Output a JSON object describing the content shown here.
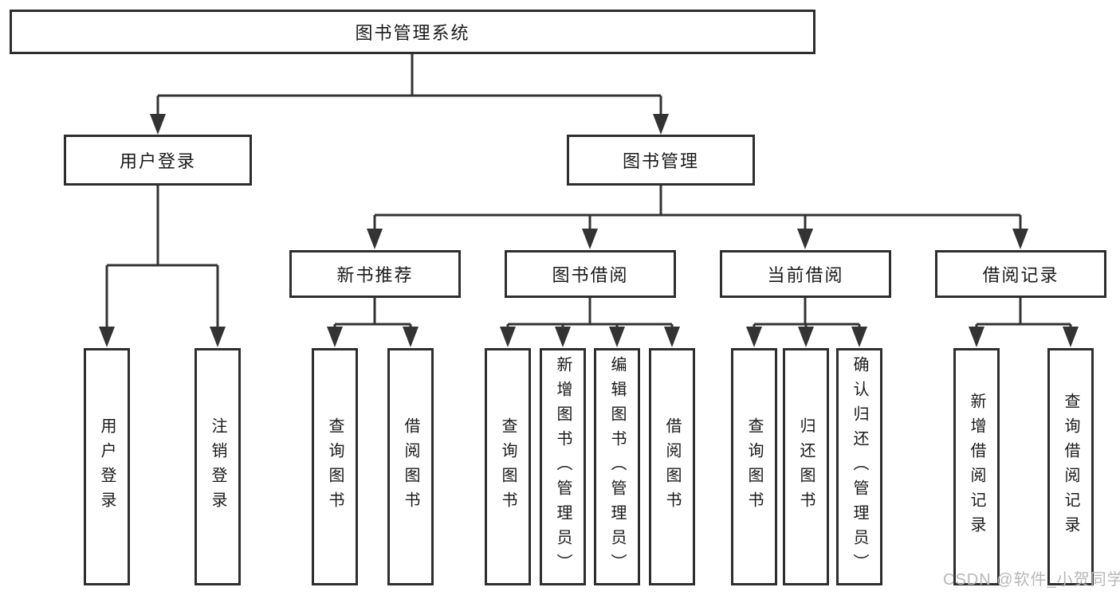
{
  "diagram": {
    "root": {
      "label": "图书管理系统"
    },
    "level2": [
      {
        "label": "用户登录"
      },
      {
        "label": "图书管理"
      }
    ],
    "level3": [
      {
        "label": "新书推荐"
      },
      {
        "label": "图书借阅"
      },
      {
        "label": "当前借阅"
      },
      {
        "label": "借阅记录"
      }
    ],
    "leaves": {
      "user_login": [
        "用户登录",
        "注销登录"
      ],
      "new_book_recommend": [
        "查询图书",
        "借阅图书"
      ],
      "book_borrow": [
        "查询图书",
        "新增图书（管理员）",
        "编辑图书（管理员）",
        "借阅图书"
      ],
      "current_borrow": [
        "查询图书",
        "归还图书",
        "确认归还（管理员）"
      ],
      "borrow_records": [
        "新增借阅记录",
        "查询借阅记录"
      ]
    },
    "watermark": "CSDN @软件_小贺同学",
    "colors": {
      "line": "#333333",
      "box_border": "#2e2e2e",
      "box_fill": "#ffffff",
      "text": "#1a1a1a",
      "watermark": "#b8b8b8",
      "background": "#ffffff"
    }
  }
}
